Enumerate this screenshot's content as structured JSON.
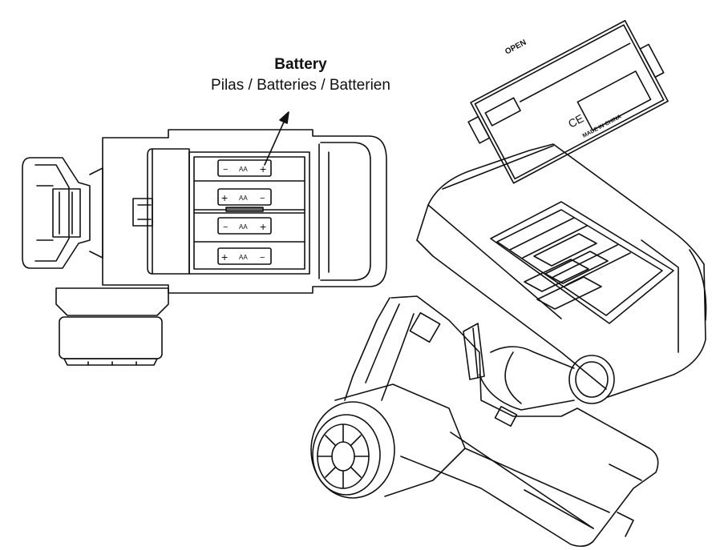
{
  "callout": {
    "title": "Battery",
    "subtitle": "Pilas / Batteries / Batterien"
  },
  "battery_marks": {
    "plus": "+",
    "minus": "−",
    "cell": "AA"
  },
  "cover": {
    "open_label": "OPEN",
    "made_in": "MADE IN CHINA",
    "ce": "CE"
  }
}
